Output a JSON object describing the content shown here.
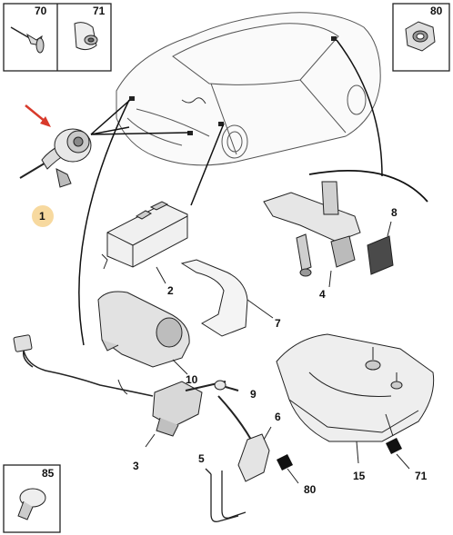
{
  "insets": [
    {
      "number": "70",
      "part": "rivet"
    },
    {
      "number": "71",
      "part": "clip-nut"
    },
    {
      "number": "80",
      "part": "hex-nut"
    },
    {
      "number": "85",
      "part": "push-clip"
    }
  ],
  "callouts": [
    "1",
    "2",
    "3",
    "4",
    "5",
    "6",
    "7",
    "8",
    "9",
    "10",
    "15",
    "71",
    "80"
  ],
  "highlighted_callout": "1",
  "colors": {
    "line": "#222222",
    "part_fill": "#f2f2f2",
    "part_dark": "#9a9a9a",
    "highlight": "#f7d79a",
    "arrow": "#d83a2b",
    "black_part": "#111111"
  }
}
